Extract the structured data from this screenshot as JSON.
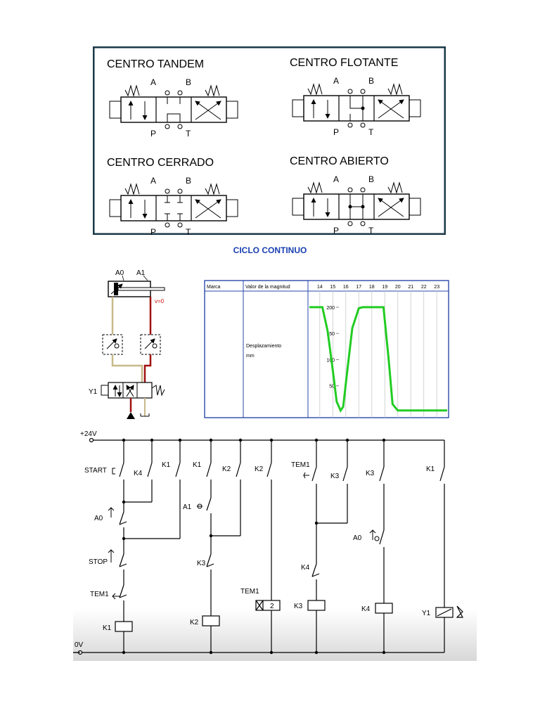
{
  "valves": [
    {
      "title": "CENTRO  TANDEM",
      "port_a": "A",
      "port_b": "B",
      "port_p": "P",
      "port_t": "T"
    },
    {
      "title": "CENTRO  FLOTANTE",
      "port_a": "A",
      "port_b": "B",
      "port_p": "P",
      "port_t": "T"
    },
    {
      "title": "CENTRO  CERRADO",
      "port_a": "A",
      "port_b": "B",
      "port_p": "P",
      "port_t": "T"
    },
    {
      "title": "CENTRO  ABIERTO",
      "port_a": "A",
      "port_b": "B",
      "port_p": "P",
      "port_t": "T"
    }
  ],
  "cycle_title": "CICLO CONTINUO",
  "pneumatic": {
    "a0": "A0",
    "a1": "A1",
    "velocity": "v=0",
    "y1": "Y1"
  },
  "graph": {
    "col_mark": "Marca",
    "col_value": "Valor de la magnitud",
    "quantity": "Desplazamiento",
    "unit": "mm"
  },
  "chart_data": {
    "type": "line",
    "title": "",
    "xlabel": "",
    "ylabel": "",
    "x_ticks": [
      14,
      15,
      16,
      17,
      18,
      19,
      20,
      21,
      22,
      23
    ],
    "y_ticks": [
      50,
      100,
      150,
      200
    ],
    "xlim": [
      13.2,
      23.8
    ],
    "ylim": [
      0,
      212
    ],
    "grid": true,
    "series": [
      {
        "color": "#22cc22",
        "x": [
          13.2,
          14.2,
          14.6,
          15.0,
          15.3,
          15.6,
          15.8,
          16.1,
          16.5,
          17.0,
          17.3,
          18.0,
          18.9,
          19.3,
          19.6,
          20.0,
          20.5,
          23.8
        ],
        "y": [
          200,
          200,
          155,
          80,
          20,
          3,
          10,
          75,
          160,
          198,
          200,
          200,
          200,
          100,
          15,
          3,
          3,
          3
        ]
      }
    ]
  },
  "ladder": {
    "supply": "+24V",
    "ground": "0V",
    "labels": {
      "start": "START",
      "k4_a": "K4",
      "k1_a": "K1",
      "k1_b": "K1",
      "k2_a": "K2",
      "k2_b": "K2",
      "tem1_contact": "TEM1",
      "k3_a": "K3",
      "k3_b": "K3",
      "k1_c": "K1",
      "a1": "A1",
      "a0_a": "A0",
      "a0_b": "A0",
      "stop": "STOP",
      "k3_c": "K3",
      "k4_b": "K4",
      "tem1_coil": "TEM1",
      "timer_value": "2",
      "tem1_nc": "TEM1",
      "coil_k1": "K1",
      "coil_k2": "K2",
      "coil_k3": "K3",
      "coil_k4": "K4",
      "coil_y1": "Y1"
    }
  }
}
